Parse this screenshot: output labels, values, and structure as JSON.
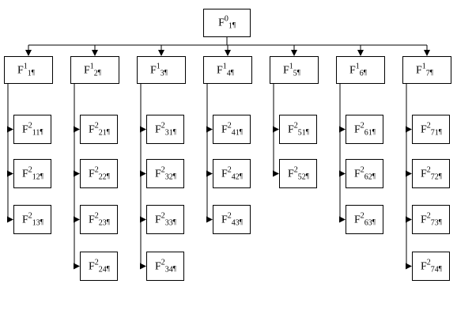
{
  "diagram": {
    "line_color": "#000000",
    "pilcrow": "¶",
    "root": {
      "base": "F",
      "sup": "0",
      "sub": "1"
    },
    "groups": [
      {
        "base": "F",
        "sup": "1",
        "sub": "1",
        "children": [
          {
            "base": "F",
            "sup": "2",
            "sub": "11"
          },
          {
            "base": "F",
            "sup": "2",
            "sub": "12"
          },
          {
            "base": "F",
            "sup": "2",
            "sub": "13"
          }
        ]
      },
      {
        "base": "F",
        "sup": "1",
        "sub": "2",
        "children": [
          {
            "base": "F",
            "sup": "2",
            "sub": "21"
          },
          {
            "base": "F",
            "sup": "2",
            "sub": "22"
          },
          {
            "base": "F",
            "sup": "2",
            "sub": "23"
          },
          {
            "base": "F",
            "sup": "2",
            "sub": "24"
          }
        ]
      },
      {
        "base": "F",
        "sup": "1",
        "sub": "3",
        "children": [
          {
            "base": "F",
            "sup": "2",
            "sub": "31"
          },
          {
            "base": "F",
            "sup": "2",
            "sub": "32"
          },
          {
            "base": "F",
            "sup": "2",
            "sub": "33"
          },
          {
            "base": "F",
            "sup": "2",
            "sub": "34"
          }
        ]
      },
      {
        "base": "F",
        "sup": "1",
        "sub": "4",
        "children": [
          {
            "base": "F",
            "sup": "2",
            "sub": "41"
          },
          {
            "base": "F",
            "sup": "2",
            "sub": "42"
          },
          {
            "base": "F",
            "sup": "2",
            "sub": "43"
          }
        ]
      },
      {
        "base": "F",
        "sup": "1",
        "sub": "5",
        "children": [
          {
            "base": "F",
            "sup": "2",
            "sub": "51"
          },
          {
            "base": "F",
            "sup": "2",
            "sub": "52"
          }
        ]
      },
      {
        "base": "F",
        "sup": "1",
        "sub": "6",
        "children": [
          {
            "base": "F",
            "sup": "2",
            "sub": "61"
          },
          {
            "base": "F",
            "sup": "2",
            "sub": "62"
          },
          {
            "base": "F",
            "sup": "2",
            "sub": "63"
          }
        ]
      },
      {
        "base": "F",
        "sup": "1",
        "sub": "7",
        "children": [
          {
            "base": "F",
            "sup": "2",
            "sub": "71"
          },
          {
            "base": "F",
            "sup": "2",
            "sub": "72"
          },
          {
            "base": "F",
            "sup": "2",
            "sub": "73"
          },
          {
            "base": "F",
            "sup": "2",
            "sub": "74"
          }
        ]
      }
    ]
  }
}
